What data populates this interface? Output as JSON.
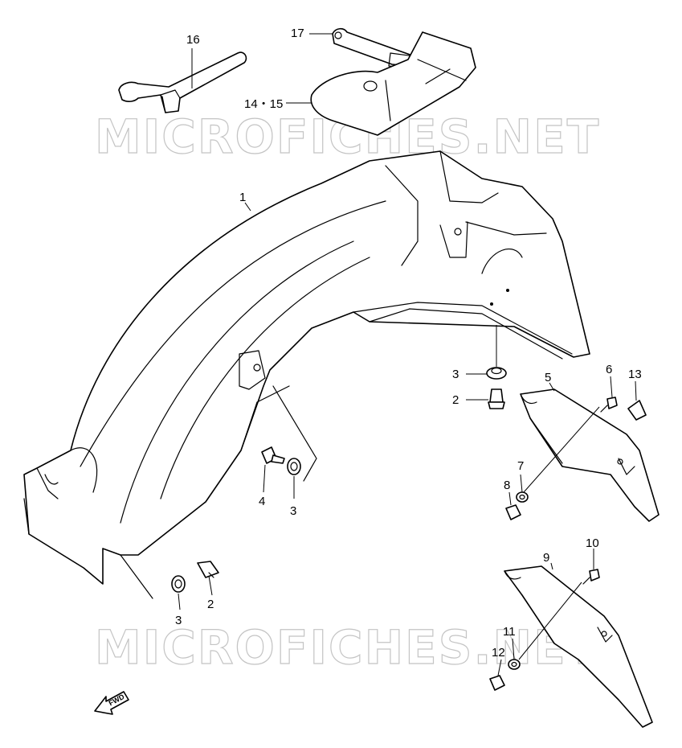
{
  "watermark": {
    "top": "MICROFICHES.NET",
    "bottom": "MICROFICHES.NET"
  },
  "direction_indicator": {
    "label": "FWD"
  },
  "callouts": {
    "c1": "1",
    "c2a": "2",
    "c2b": "2",
    "c3a": "3",
    "c3b": "3",
    "c3c": "3",
    "c4": "4",
    "c5": "5",
    "c6": "6",
    "c7": "7",
    "c8": "8",
    "c9": "9",
    "c10": "10",
    "c11": "11",
    "c12": "12",
    "c13": "13",
    "c14_15": "14・15",
    "c16": "16",
    "c17": "17"
  }
}
